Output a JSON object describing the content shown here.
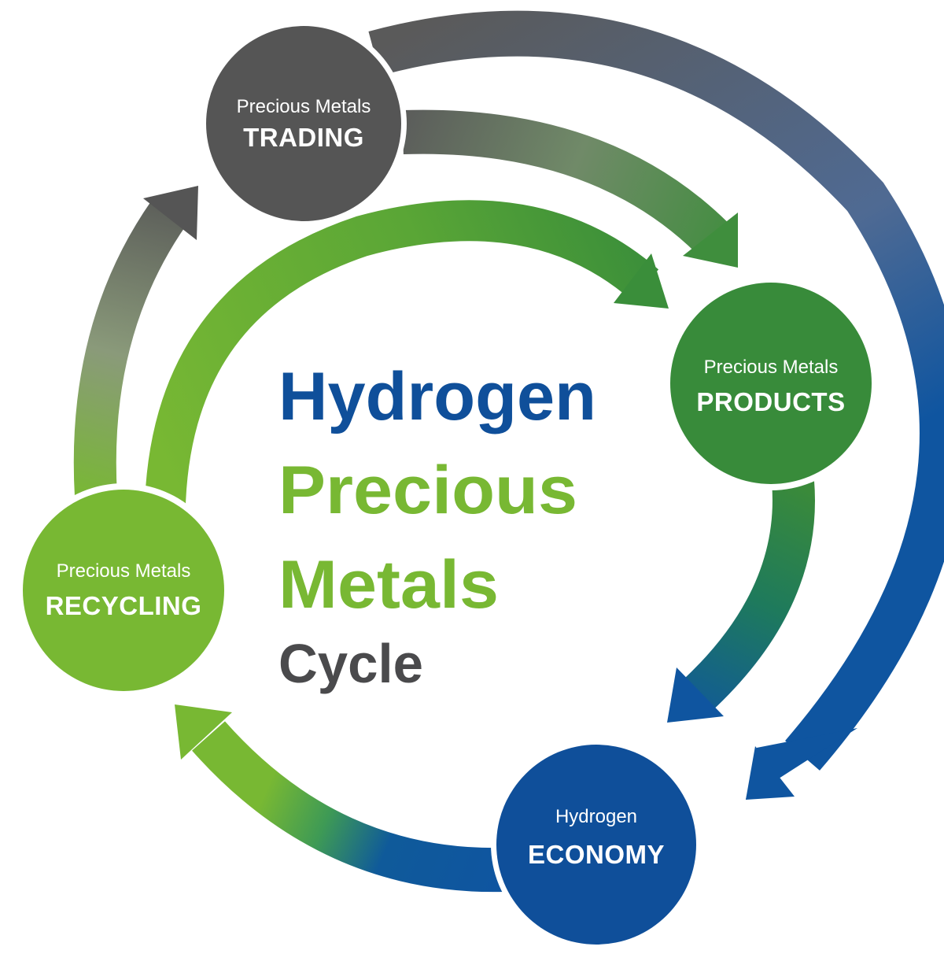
{
  "title": {
    "line1": "Hydrogen",
    "line2": "Precious",
    "line3": "Metals",
    "line4": "Cycle"
  },
  "nodes": {
    "trading": {
      "label_small": "Precious Metals",
      "label_big": "TRADING"
    },
    "products": {
      "label_small": "Precious Metals",
      "label_big": "PRODUCTS"
    },
    "economy": {
      "label_small": "Hydrogen",
      "label_big": "ECONOMY"
    },
    "recycling": {
      "label_small": "Precious Metals",
      "label_big": "RECYCLING"
    }
  },
  "colors": {
    "blue": "#0f4f9a",
    "green_light": "#78b833",
    "green_dark": "#388b3a",
    "gray_dark": "#555555",
    "title_gray": "#4a4a4c"
  }
}
